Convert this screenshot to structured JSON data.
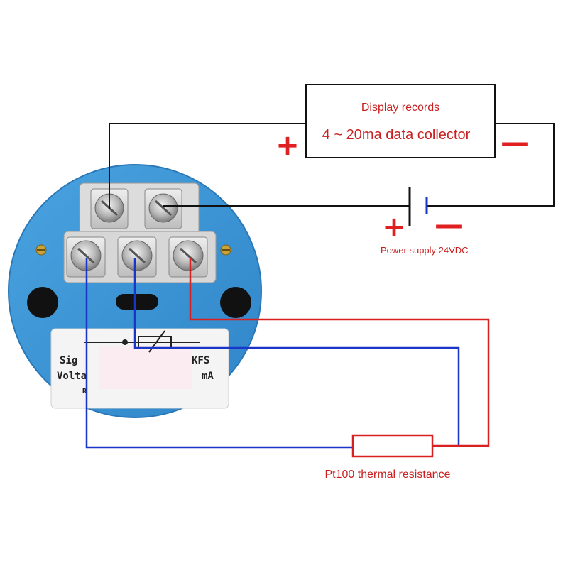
{
  "display_box": {
    "line1": "Display records",
    "line2": "4 ~ 20ma data collector"
  },
  "signs": {
    "plus": "+",
    "minus": "—"
  },
  "power_supply": "Power supply 24VDC",
  "sensor": "Pt100 thermal resistance",
  "device_label": {
    "sig": "Sig",
    "volt": "Volta",
    "fs": "KFS",
    "ma": "mA",
    "r": "R"
  },
  "colors": {
    "device_blue": "#3d93d3",
    "device_edge": "#2f7fbf",
    "wire_black": "#111111",
    "wire_blue": "#1a36c8",
    "wire_red": "#d82020",
    "text_red": "#c82020",
    "sign_red": "#e02020"
  }
}
